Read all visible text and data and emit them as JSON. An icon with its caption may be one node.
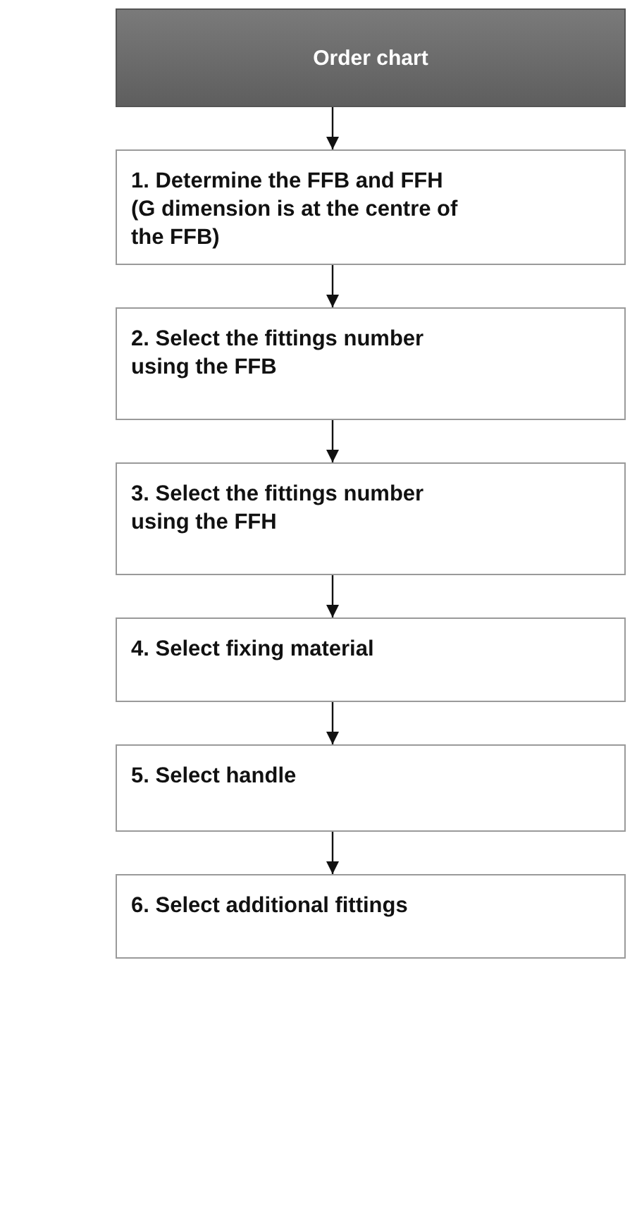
{
  "diagram": {
    "nodes": [
      {
        "text": [
          "Order chart"
        ]
      },
      {
        "text": [
          "1. Determine the FFB and FFH (G dimension is at the centre of the FFB)"
        ]
      },
      {
        "text": [
          "2. Select the fittings number using the FFB"
        ]
      },
      {
        "text": [
          "3. Select the fittings number using the FFH"
        ]
      },
      {
        "text": [
          "4. Select fixing material"
        ]
      },
      {
        "text": [
          "5. Select handle"
        ]
      },
      {
        "text": [
          "6. Select additional fittings"
        ]
      }
    ],
    "edges": [
      {
        "from": 0,
        "to": 1,
        "arrow": "to"
      },
      {
        "from": 1,
        "to": 2,
        "arrow": "to"
      },
      {
        "from": 2,
        "to": 3,
        "arrow": "to"
      },
      {
        "from": 3,
        "to": 4,
        "arrow": "to"
      },
      {
        "from": 4,
        "to": 5,
        "arrow": "to"
      },
      {
        "from": 5,
        "to": 6,
        "arrow": "to"
      }
    ]
  }
}
